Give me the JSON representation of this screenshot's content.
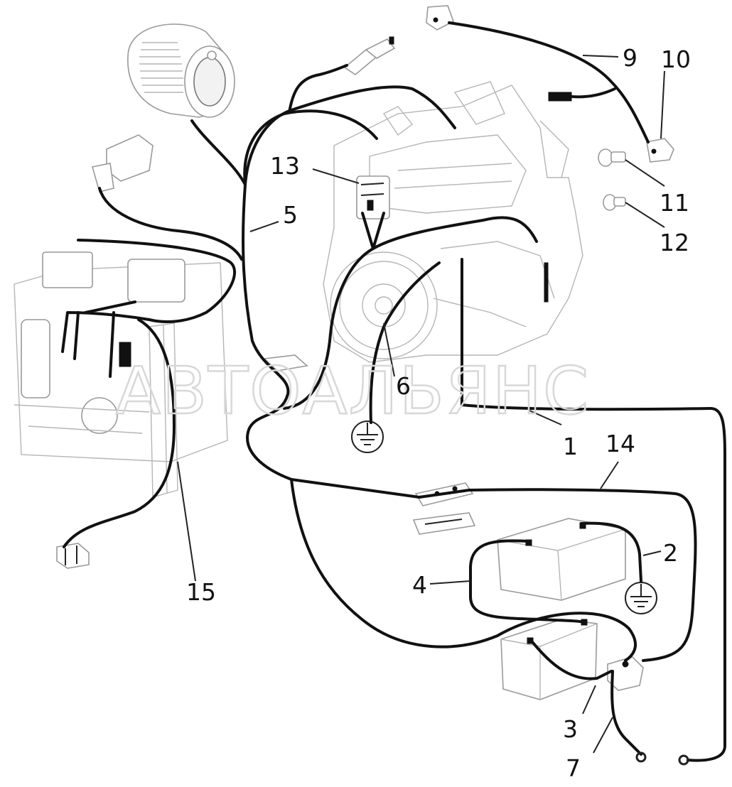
{
  "watermark": "АВТОАЛЬЯНС",
  "callouts": [
    {
      "id": "1",
      "label": "1"
    },
    {
      "id": "2",
      "label": "2"
    },
    {
      "id": "3",
      "label": "3"
    },
    {
      "id": "4",
      "label": "4"
    },
    {
      "id": "5",
      "label": "5"
    },
    {
      "id": "6",
      "label": "6"
    },
    {
      "id": "7",
      "label": "7"
    },
    {
      "id": "9",
      "label": "9"
    },
    {
      "id": "10",
      "label": "10"
    },
    {
      "id": "11",
      "label": "11"
    },
    {
      "id": "12",
      "label": "12"
    },
    {
      "id": "13",
      "label": "13"
    },
    {
      "id": "14",
      "label": "14"
    },
    {
      "id": "15",
      "label": "15"
    }
  ],
  "colors": {
    "wire": "#111111",
    "part_outline": "#999999",
    "watermark": "#d8d8d8"
  }
}
